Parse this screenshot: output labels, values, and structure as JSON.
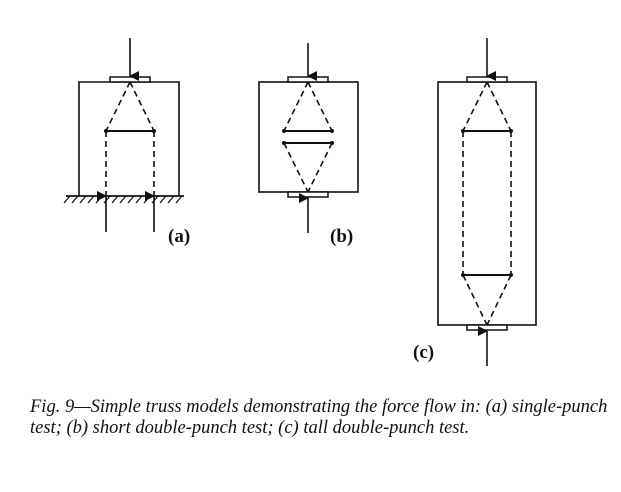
{
  "diagram": {
    "labels": {
      "a": "(a)",
      "b": "(b)",
      "c": "(c)"
    }
  },
  "caption": {
    "text": "Fig. 9—Simple truss models demonstrating the force flow in: (a) single-punch test; (b) short double-punch test; (c) tall double-punch test."
  },
  "colors": {
    "ink": "#111111",
    "background": "#ffffff"
  }
}
